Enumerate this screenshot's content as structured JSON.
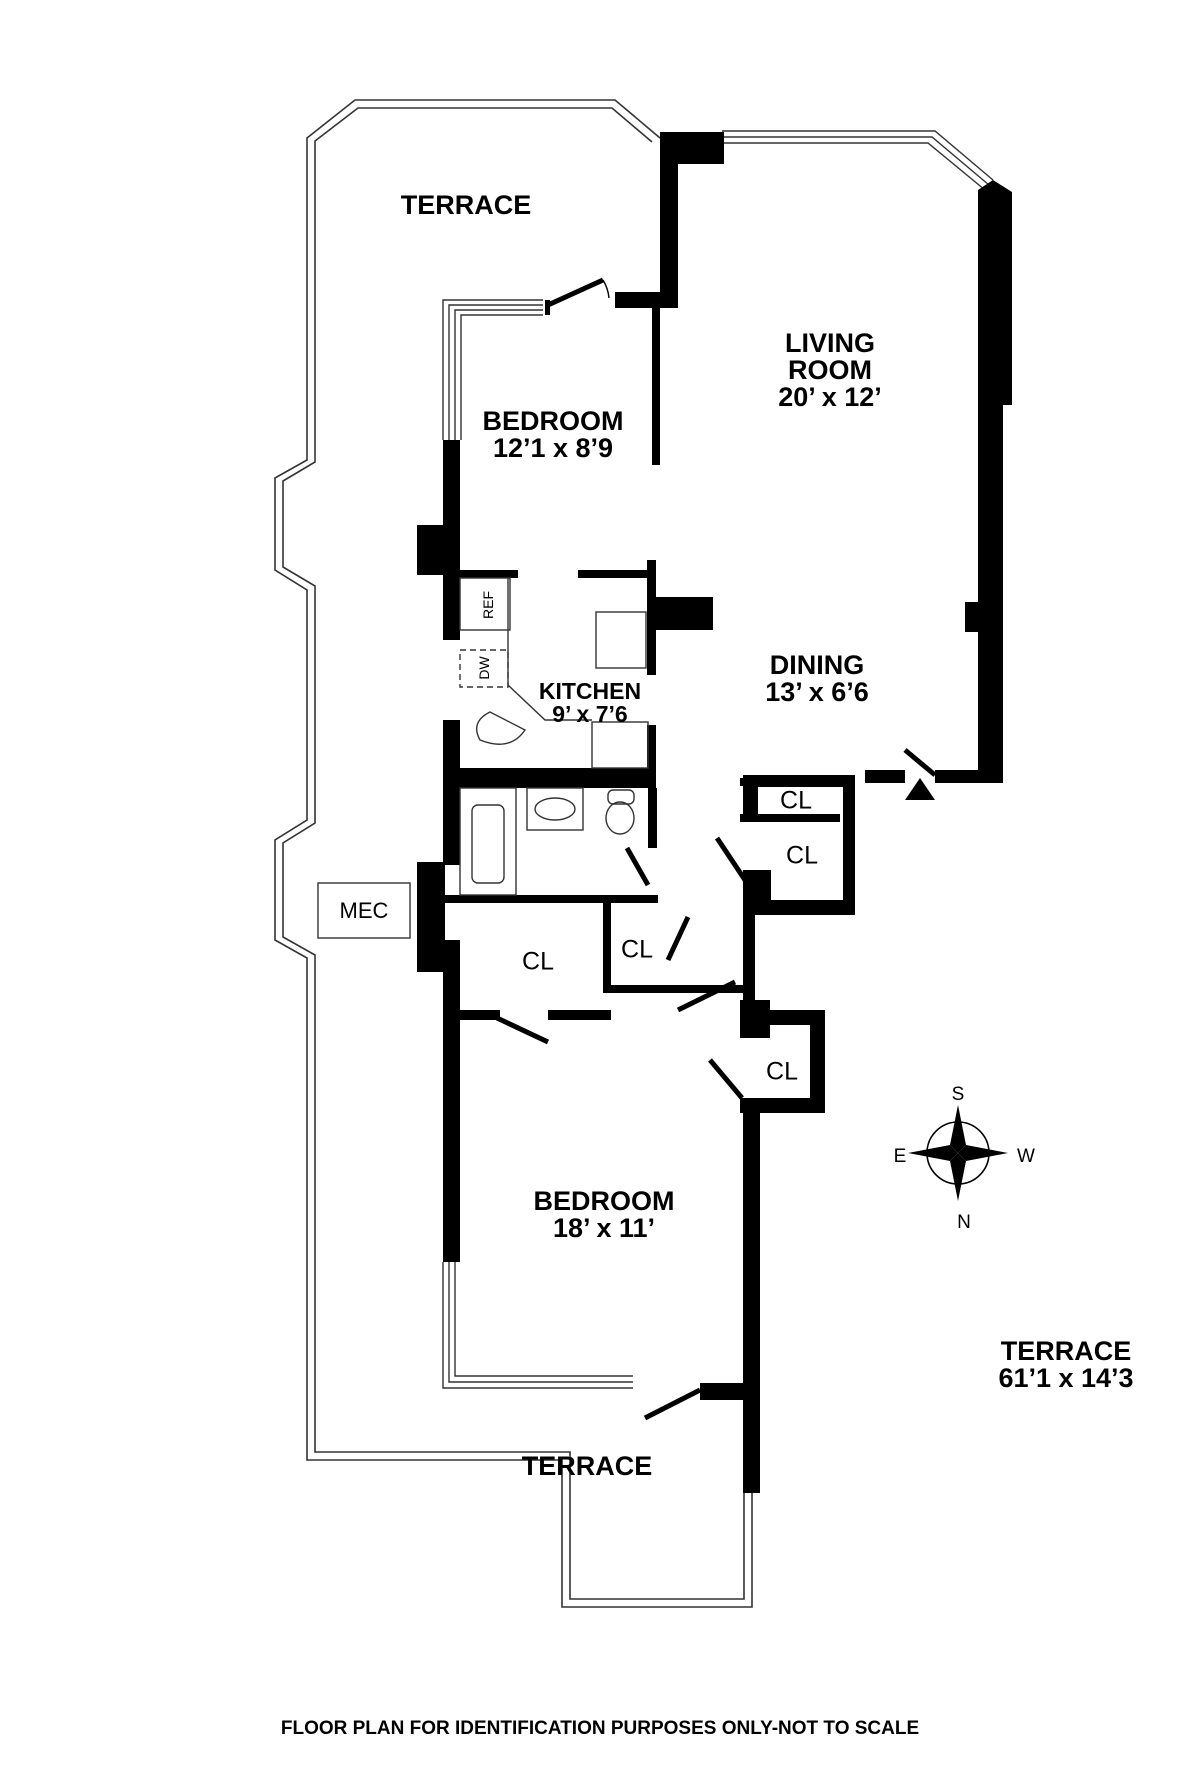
{
  "rooms": {
    "terrace_north": {
      "name": "TERRACE"
    },
    "living_room": {
      "name_line1": "LIVING",
      "name_line2": "ROOM",
      "dims": "20’ x 12’"
    },
    "bedroom_1": {
      "name": "BEDROOM",
      "dims": "12’1 x 8’9"
    },
    "kitchen": {
      "name": "KITCHEN",
      "dims": "9’ x 7’6"
    },
    "dining": {
      "name": "DINING",
      "dims": "13’ x 6’6"
    },
    "bedroom_2": {
      "name": "BEDROOM",
      "dims": "18’ x 11’"
    },
    "terrace_south": {
      "name": "TERRACE"
    },
    "terrace_total": {
      "name": "TERRACE",
      "dims": "61’1 x 14’3"
    }
  },
  "fixtures": {
    "ref": "REF",
    "dw": "DW",
    "mec": "MEC"
  },
  "closets": [
    "CL",
    "CL",
    "CL",
    "CL",
    "CL"
  ],
  "compass": {
    "top": "S",
    "bottom": "N",
    "left": "E",
    "right": "W"
  },
  "footer": "FLOOR PLAN FOR IDENTIFICATION PURPOSES ONLY-NOT TO SCALE",
  "colors": {
    "wall": "#000000",
    "background": "#ffffff",
    "outline": "#333333"
  }
}
